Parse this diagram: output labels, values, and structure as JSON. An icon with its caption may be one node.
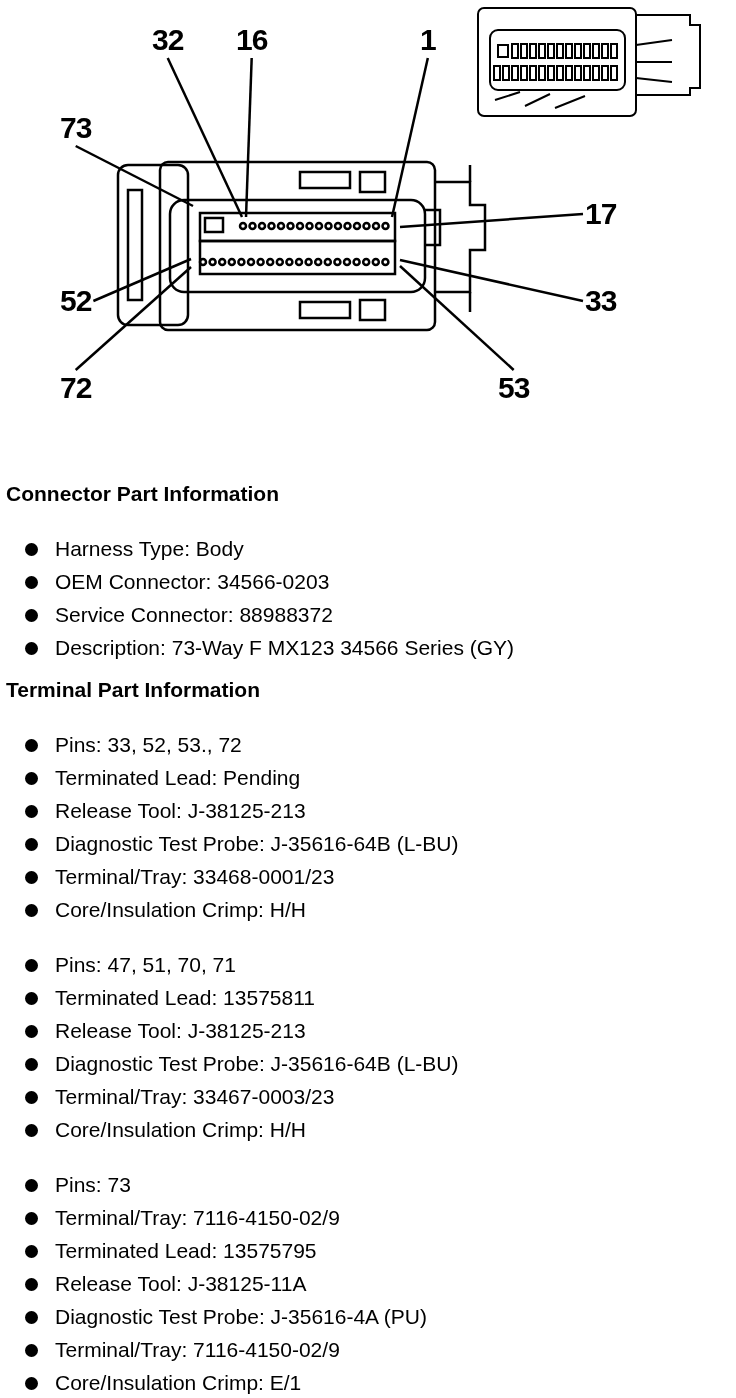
{
  "diagram": {
    "nodes": [
      {
        "text": [
          "32"
        ]
      },
      {
        "text": [
          "16"
        ]
      },
      {
        "text": [
          "1"
        ]
      },
      {
        "text": [
          "73"
        ]
      },
      {
        "text": [
          "17"
        ]
      },
      {
        "text": [
          "52"
        ]
      },
      {
        "text": [
          "33"
        ]
      },
      {
        "text": [
          "72"
        ]
      },
      {
        "text": [
          "53"
        ]
      }
    ],
    "edges": [
      {
        "from": 0,
        "to": null,
        "arrow": "none"
      },
      {
        "from": 1,
        "to": null,
        "arrow": "none"
      },
      {
        "from": 2,
        "to": null,
        "arrow": "none"
      },
      {
        "from": 3,
        "to": null,
        "arrow": "none"
      },
      {
        "from": 4,
        "to": null,
        "arrow": "none"
      },
      {
        "from": 5,
        "to": null,
        "arrow": "none"
      },
      {
        "from": 6,
        "to": null,
        "arrow": "none"
      },
      {
        "from": 7,
        "to": null,
        "arrow": "none"
      },
      {
        "from": 8,
        "to": null,
        "arrow": "none"
      }
    ],
    "labels": [
      "Connector Part Information",
      "Harness Type: Body",
      "OEM Connector: 34566-0203",
      "Service Connector: 88988372",
      "Description: 73-Way F MX123 34566 Series (GY)",
      "Terminal Part Information",
      "Pins: 33, 52, 53., 72",
      "Terminated Lead: Pending",
      "Release Tool: J-38125-213",
      "Diagnostic Test Probe: J-35616-64B (L-BU)",
      "Terminal/Tray: 33468-0001/23",
      "Core/Insulation Crimp: H/H",
      "Pins: 47, 51, 70, 71",
      "Terminated Lead: 13575811",
      "Release Tool: J-38125-213",
      "Diagnostic Test Probe: J-35616-64B (L-BU)",
      "Terminal/Tray: 33467-0003/23",
      "Core/Insulation Crimp: H/H",
      "Pins: 73",
      "Terminal/Tray: 7116-4150-02/9",
      "Terminated Lead: 13575795",
      "Release Tool: J-38125-11A",
      "Diagnostic Test Probe: J-35616-4A (PU)",
      "Terminal/Tray: 7116-4150-02/9",
      "Core/Insulation Crimp: E/1"
    ]
  }
}
